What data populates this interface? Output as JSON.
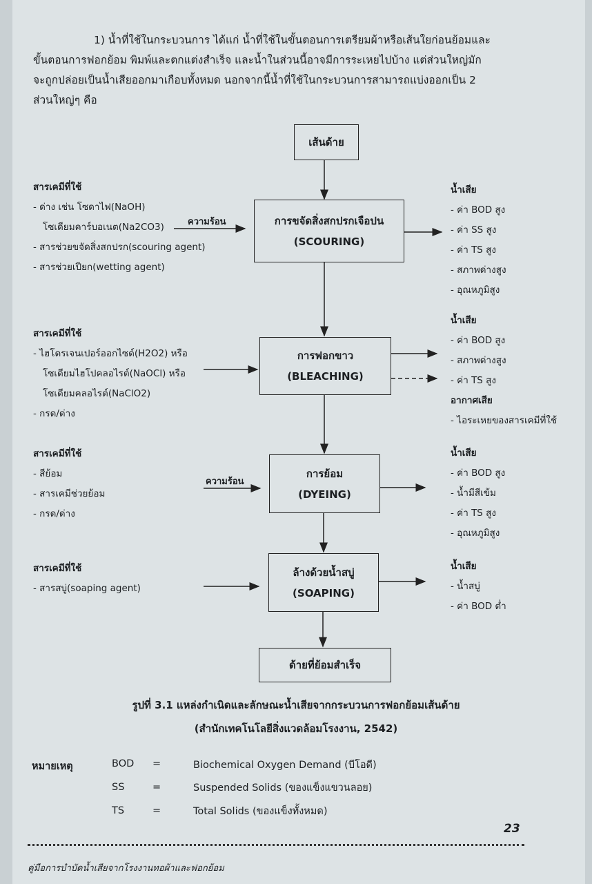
{
  "paragraph": {
    "lines": [
      "1)  น้ำที่ใช้ในกระบวนการ  ได้แก่  น้ำที่ใช้ในขั้นตอนการเตรียมผ้าหรือเส้นใยก่อนย้อมและ",
      "ขั้นตอนการฟอกย้อม พิมพ์และตกแต่งสำเร็จ และน้ำในส่วนนี้อาจมีการระเหยไปบ้าง แต่ส่วนใหญ่มัก",
      "จะถูกปล่อยเป็นน้ำเสียออกมาเกือบทั้งหมด นอกจากนี้น้ำที่ใช้ในกระบวนการสามารถแบ่งออกเป็น 2",
      "ส่วนใหญ่ๆ คือ"
    ]
  },
  "flow": {
    "start": "เส้นด้าย",
    "end": "ด้ายที่ย้อมสำเร็จ",
    "heat_label": "ความร้อน",
    "steps": [
      {
        "th": "การขจัดสิ่งสกปรกเจือปน",
        "en": "(SCOURING)",
        "chem_title": "สารเคมีที่ใช้",
        "chem": [
          "- ด่าง เช่น โซดาไฟ(NaOH)",
          "โซเดียมคาร์บอเนต(Na2CO3)",
          "- สารช่วยขจัดสิ่งสกปรก(scouring agent)",
          "- สารช่วยเปียก(wetting agent)"
        ],
        "waste_title": "น้ำเสีย",
        "waste": [
          "- ค่า BOD สูง",
          "- ค่า SS สูง",
          "- ค่า TS สูง",
          "- สภาพด่างสูง",
          "- อุณหภูมิสูง"
        ]
      },
      {
        "th": "การฟอกขาว",
        "en": "(BLEACHING)",
        "chem_title": "สารเคมีที่ใช้",
        "chem": [
          "- ไฮโดรเจนเปอร์ออกไซด์(H2O2) หรือ",
          "โซเดียมไฮโปคลอไรต์(NaOCl) หรือ",
          "โซเดียมคลอไรต์(NaClO2)",
          "- กรด/ด่าง"
        ],
        "waste_title": "น้ำเสีย",
        "waste": [
          "- ค่า BOD สูง",
          "- สภาพด่างสูง",
          "- ค่า TS สูง"
        ],
        "air_title": "อากาศเสีย",
        "air": [
          "- ไอระเหยของสารเคมีที่ใช้"
        ]
      },
      {
        "th": "การย้อม",
        "en": "(DYEING)",
        "chem_title": "สารเคมีที่ใช้",
        "chem": [
          "- สีย้อม",
          "- สารเคมีช่วยย้อม",
          "- กรด/ด่าง"
        ],
        "waste_title": "น้ำเสีย",
        "waste": [
          "- ค่า BOD สูง",
          "- น้ำมีสีเข้ม",
          "- ค่า TS สูง",
          "- อุณหภูมิสูง"
        ]
      },
      {
        "th": "ล้างด้วยน้ำสบู่",
        "en": "(SOAPING)",
        "chem_title": "สารเคมีที่ใช้",
        "chem": [
          "- สารสบู่(soaping agent)"
        ],
        "waste_title": "น้ำเสีย",
        "waste": [
          "- น้ำสบู่",
          "- ค่า BOD ต่ำ"
        ]
      }
    ]
  },
  "caption": {
    "line1": "รูปที่ 3.1   แหล่งกำเนิดและลักษณะน้ำเสียจากกระบวนการฟอกย้อมเส้นด้าย",
    "line2": "(สำนักเทคโนโลยีสิ่งแวดล้อมโรงงาน, 2542)"
  },
  "notes": {
    "title": "หมายเหตุ",
    "eq": "=",
    "rows": [
      {
        "abbr": "BOD",
        "def": "Biochemical Oxygen Demand (บีโอดี)"
      },
      {
        "abbr": "SS",
        "def": "Suspended Solids (ของแข็งแขวนลอย)"
      },
      {
        "abbr": "TS",
        "def": "Total Solids (ของแข็งทั้งหมด)"
      }
    ]
  },
  "page_number": "23",
  "footer": "คู่มือการบำบัดน้ำเสียจากโรงงานทอผ้าและฟอกย้อม"
}
